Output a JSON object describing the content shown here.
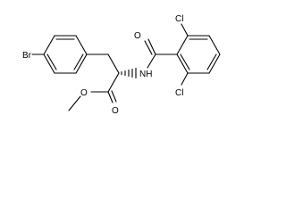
{
  "molecule": {
    "atoms": {
      "bromine": "Br",
      "amide_nitrogen": "NH",
      "ester_carbonyl_oxygen": "O",
      "ester_ether_oxygen": "O",
      "amide_carbonyl_oxygen": "O",
      "chlorine_upper": "Cl",
      "chlorine_lower": "Cl"
    }
  }
}
